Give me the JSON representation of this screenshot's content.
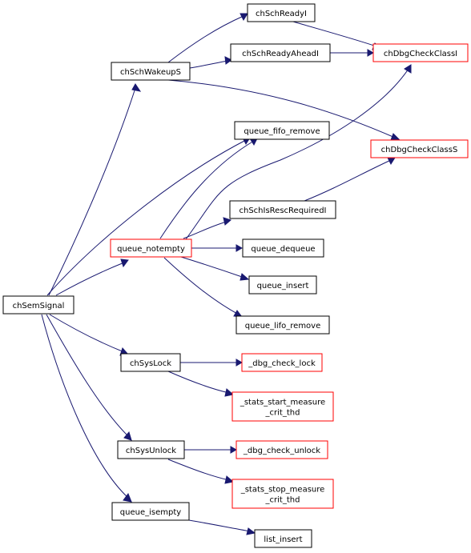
{
  "colors": {
    "edge": "#191970",
    "node_border_complete": "#000000",
    "node_border_truncated": "#ff0000",
    "root_fill": "#bfbfbf"
  },
  "nodes": [
    {
      "id": "chSemSignal",
      "lines": [
        "chSemSignal"
      ],
      "root": true
    },
    {
      "id": "chSchWakeupS",
      "lines": [
        "chSchWakeupS"
      ]
    },
    {
      "id": "chSchReadyI",
      "lines": [
        "chSchReadyI"
      ]
    },
    {
      "id": "chSchReadyAheadI",
      "lines": [
        "chSchReadyAheadI"
      ]
    },
    {
      "id": "chDbgCheckClassI",
      "lines": [
        "chDbgCheckClassI"
      ],
      "truncated": true
    },
    {
      "id": "chDbgCheckClassS",
      "lines": [
        "chDbgCheckClassS"
      ],
      "truncated": true
    },
    {
      "id": "queue_fifo_remove",
      "lines": [
        "queue_fifo_remove"
      ]
    },
    {
      "id": "chSchIsRescRequiredI",
      "lines": [
        "chSchIsRescRequiredI"
      ]
    },
    {
      "id": "queue_notempty",
      "lines": [
        "queue_notempty"
      ],
      "truncated": true
    },
    {
      "id": "queue_dequeue",
      "lines": [
        "queue_dequeue"
      ]
    },
    {
      "id": "queue_insert",
      "lines": [
        "queue_insert"
      ]
    },
    {
      "id": "queue_lifo_remove",
      "lines": [
        "queue_lifo_remove"
      ]
    },
    {
      "id": "chSysLock",
      "lines": [
        "chSysLock"
      ]
    },
    {
      "id": "_dbg_check_lock",
      "lines": [
        "_dbg_check_lock"
      ],
      "truncated": true
    },
    {
      "id": "_stats_start_measure_crit_thd",
      "lines": [
        "_stats_start_measure",
        "_crit_thd"
      ],
      "truncated": true
    },
    {
      "id": "chSysUnlock",
      "lines": [
        "chSysUnlock"
      ]
    },
    {
      "id": "_dbg_check_unlock",
      "lines": [
        "_dbg_check_unlock"
      ],
      "truncated": true
    },
    {
      "id": "_stats_stop_measure_crit_thd",
      "lines": [
        "_stats_stop_measure",
        "_crit_thd"
      ],
      "truncated": true
    },
    {
      "id": "queue_isempty",
      "lines": [
        "queue_isempty"
      ]
    },
    {
      "id": "list_insert",
      "lines": [
        "list_insert"
      ]
    }
  ],
  "edges": [
    {
      "from": "chSemSignal",
      "to": "chSchWakeupS"
    },
    {
      "from": "chSemSignal",
      "to": "queue_fifo_remove"
    },
    {
      "from": "chSemSignal",
      "to": "queue_notempty"
    },
    {
      "from": "chSemSignal",
      "to": "chSysLock"
    },
    {
      "from": "chSemSignal",
      "to": "chSysUnlock"
    },
    {
      "from": "chSemSignal",
      "to": "queue_isempty"
    },
    {
      "from": "chSchWakeupS",
      "to": "chSchReadyI"
    },
    {
      "from": "chSchWakeupS",
      "to": "chSchReadyAheadI"
    },
    {
      "from": "chSchWakeupS",
      "to": "chDbgCheckClassS"
    },
    {
      "from": "chSchReadyI",
      "to": "chDbgCheckClassI"
    },
    {
      "from": "chSchReadyAheadI",
      "to": "chDbgCheckClassI"
    },
    {
      "from": "queue_notempty",
      "to": "chDbgCheckClassI"
    },
    {
      "from": "queue_notempty",
      "to": "queue_fifo_remove"
    },
    {
      "from": "queue_notempty",
      "to": "chSchIsRescRequiredI"
    },
    {
      "from": "queue_notempty",
      "to": "queue_dequeue"
    },
    {
      "from": "queue_notempty",
      "to": "queue_insert"
    },
    {
      "from": "queue_notempty",
      "to": "queue_lifo_remove"
    },
    {
      "from": "chSchIsRescRequiredI",
      "to": "chDbgCheckClassS"
    },
    {
      "from": "chSysLock",
      "to": "_dbg_check_lock"
    },
    {
      "from": "chSysLock",
      "to": "_stats_start_measure_crit_thd"
    },
    {
      "from": "chSysUnlock",
      "to": "_dbg_check_unlock"
    },
    {
      "from": "chSysUnlock",
      "to": "_stats_stop_measure_crit_thd"
    },
    {
      "from": "queue_isempty",
      "to": "list_insert"
    }
  ]
}
